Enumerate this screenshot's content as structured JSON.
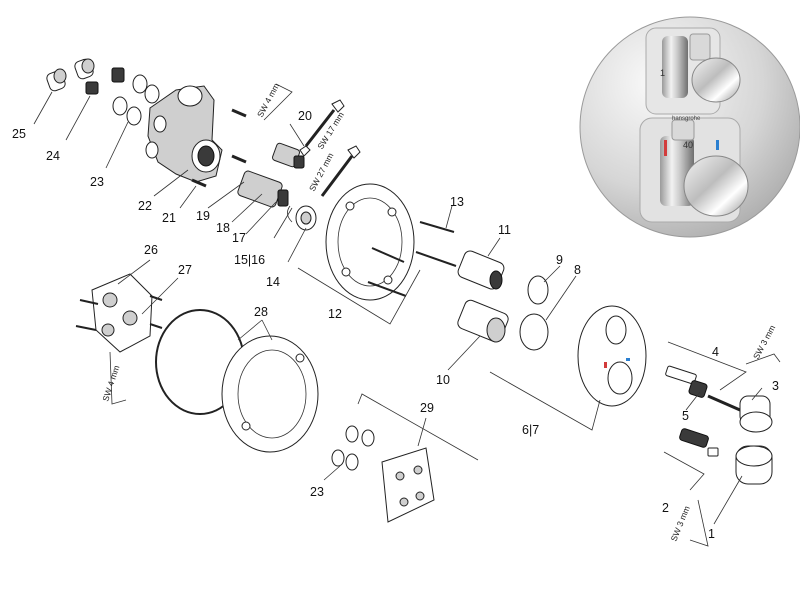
{
  "labels": {
    "p1": "1",
    "p2": "2",
    "p3": "3",
    "p4": "4",
    "p5": "5",
    "p67": "6|7",
    "p8": "8",
    "p9": "9",
    "p10": "10",
    "p11": "11",
    "p12": "12",
    "p13": "13",
    "p14": "14",
    "p1516": "15|16",
    "p17": "17",
    "p18": "18",
    "p19": "19",
    "p20": "20",
    "p21": "21",
    "p22": "22",
    "p23a": "23",
    "p23b": "23",
    "p24": "24",
    "p25": "25",
    "p26": "26",
    "p27": "27",
    "p28": "28",
    "p29": "29"
  },
  "tool_labels": {
    "sw4_top": "SW 4 mm",
    "sw17": "SW 17 mm",
    "sw27": "SW 27 mm",
    "sw4_left": "SW 4 mm",
    "sw3_right": "SW 3 mm",
    "sw3_bottom": "SW 3 mm"
  },
  "product_photo": {
    "brand_text": "hansgrohe",
    "temp_text": "40"
  }
}
